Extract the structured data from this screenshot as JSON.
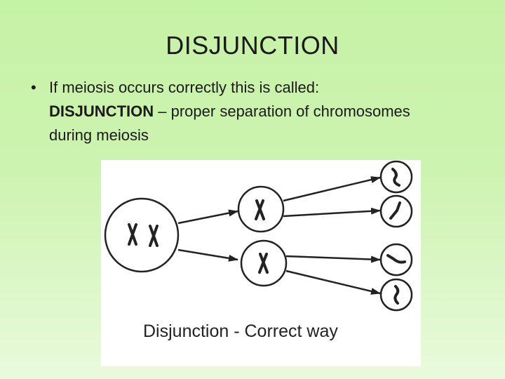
{
  "slide": {
    "title": "DISJUNCTION",
    "bullet_intro": "If meiosis occurs correctly this is called:",
    "term": "DISJUNCTION",
    "definition_dash": "–",
    "definition_text": "proper separation of chromosomes",
    "definition_tail": "during meiosis"
  },
  "figure": {
    "caption": "Disjunction - Correct way"
  },
  "colors": {
    "background_top": "#c6f2a6",
    "background_bottom": "#e9fadc",
    "ink": "#1a1a1a"
  }
}
